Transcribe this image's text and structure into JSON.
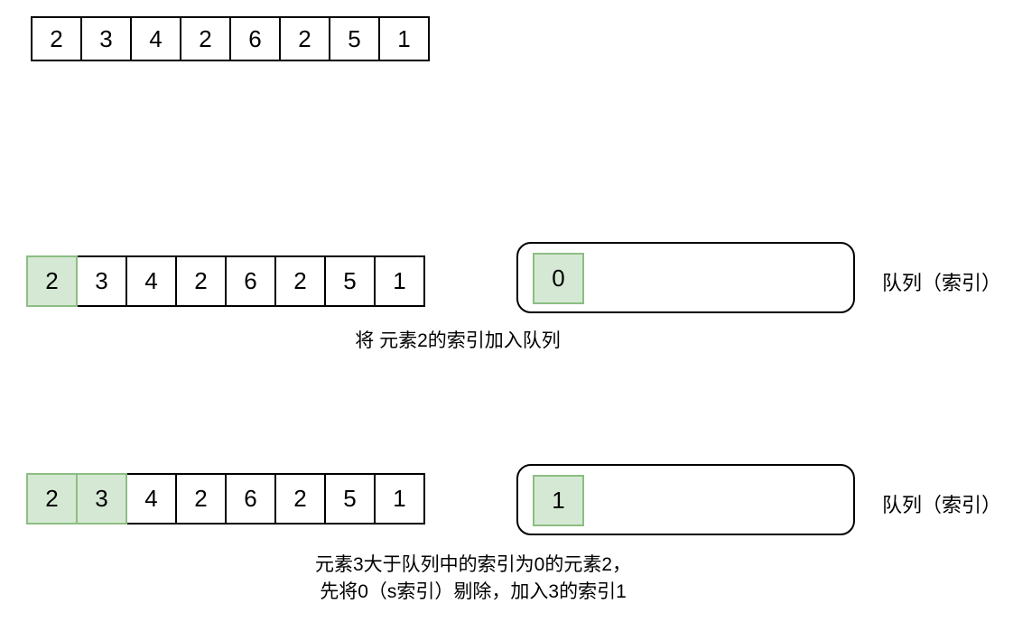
{
  "colors": {
    "highlight_fill": "#d5e8d4",
    "highlight_stroke": "#8cbe82",
    "cell_border": "#000000"
  },
  "initial_array": {
    "values": [
      "2",
      "3",
      "4",
      "2",
      "6",
      "2",
      "5",
      "1"
    ],
    "highlighted_indices": []
  },
  "steps": [
    {
      "array": {
        "values": [
          "2",
          "3",
          "4",
          "2",
          "6",
          "2",
          "5",
          "1"
        ],
        "highlighted_indices": [
          0
        ]
      },
      "queue": {
        "items": [
          "0"
        ],
        "label": "队列（索引）"
      },
      "caption": {
        "line1": "将 元素2的索引加入队列"
      }
    },
    {
      "array": {
        "values": [
          "2",
          "3",
          "4",
          "2",
          "6",
          "2",
          "5",
          "1"
        ],
        "highlighted_indices": [
          0,
          1
        ]
      },
      "queue": {
        "items": [
          "1"
        ],
        "label": "队列（索引）"
      },
      "caption": {
        "line1": "元素3大于队列中的索引为0的元素2，",
        "line2": "先将0（s索引）剔除，加入3的索引1"
      }
    }
  ]
}
